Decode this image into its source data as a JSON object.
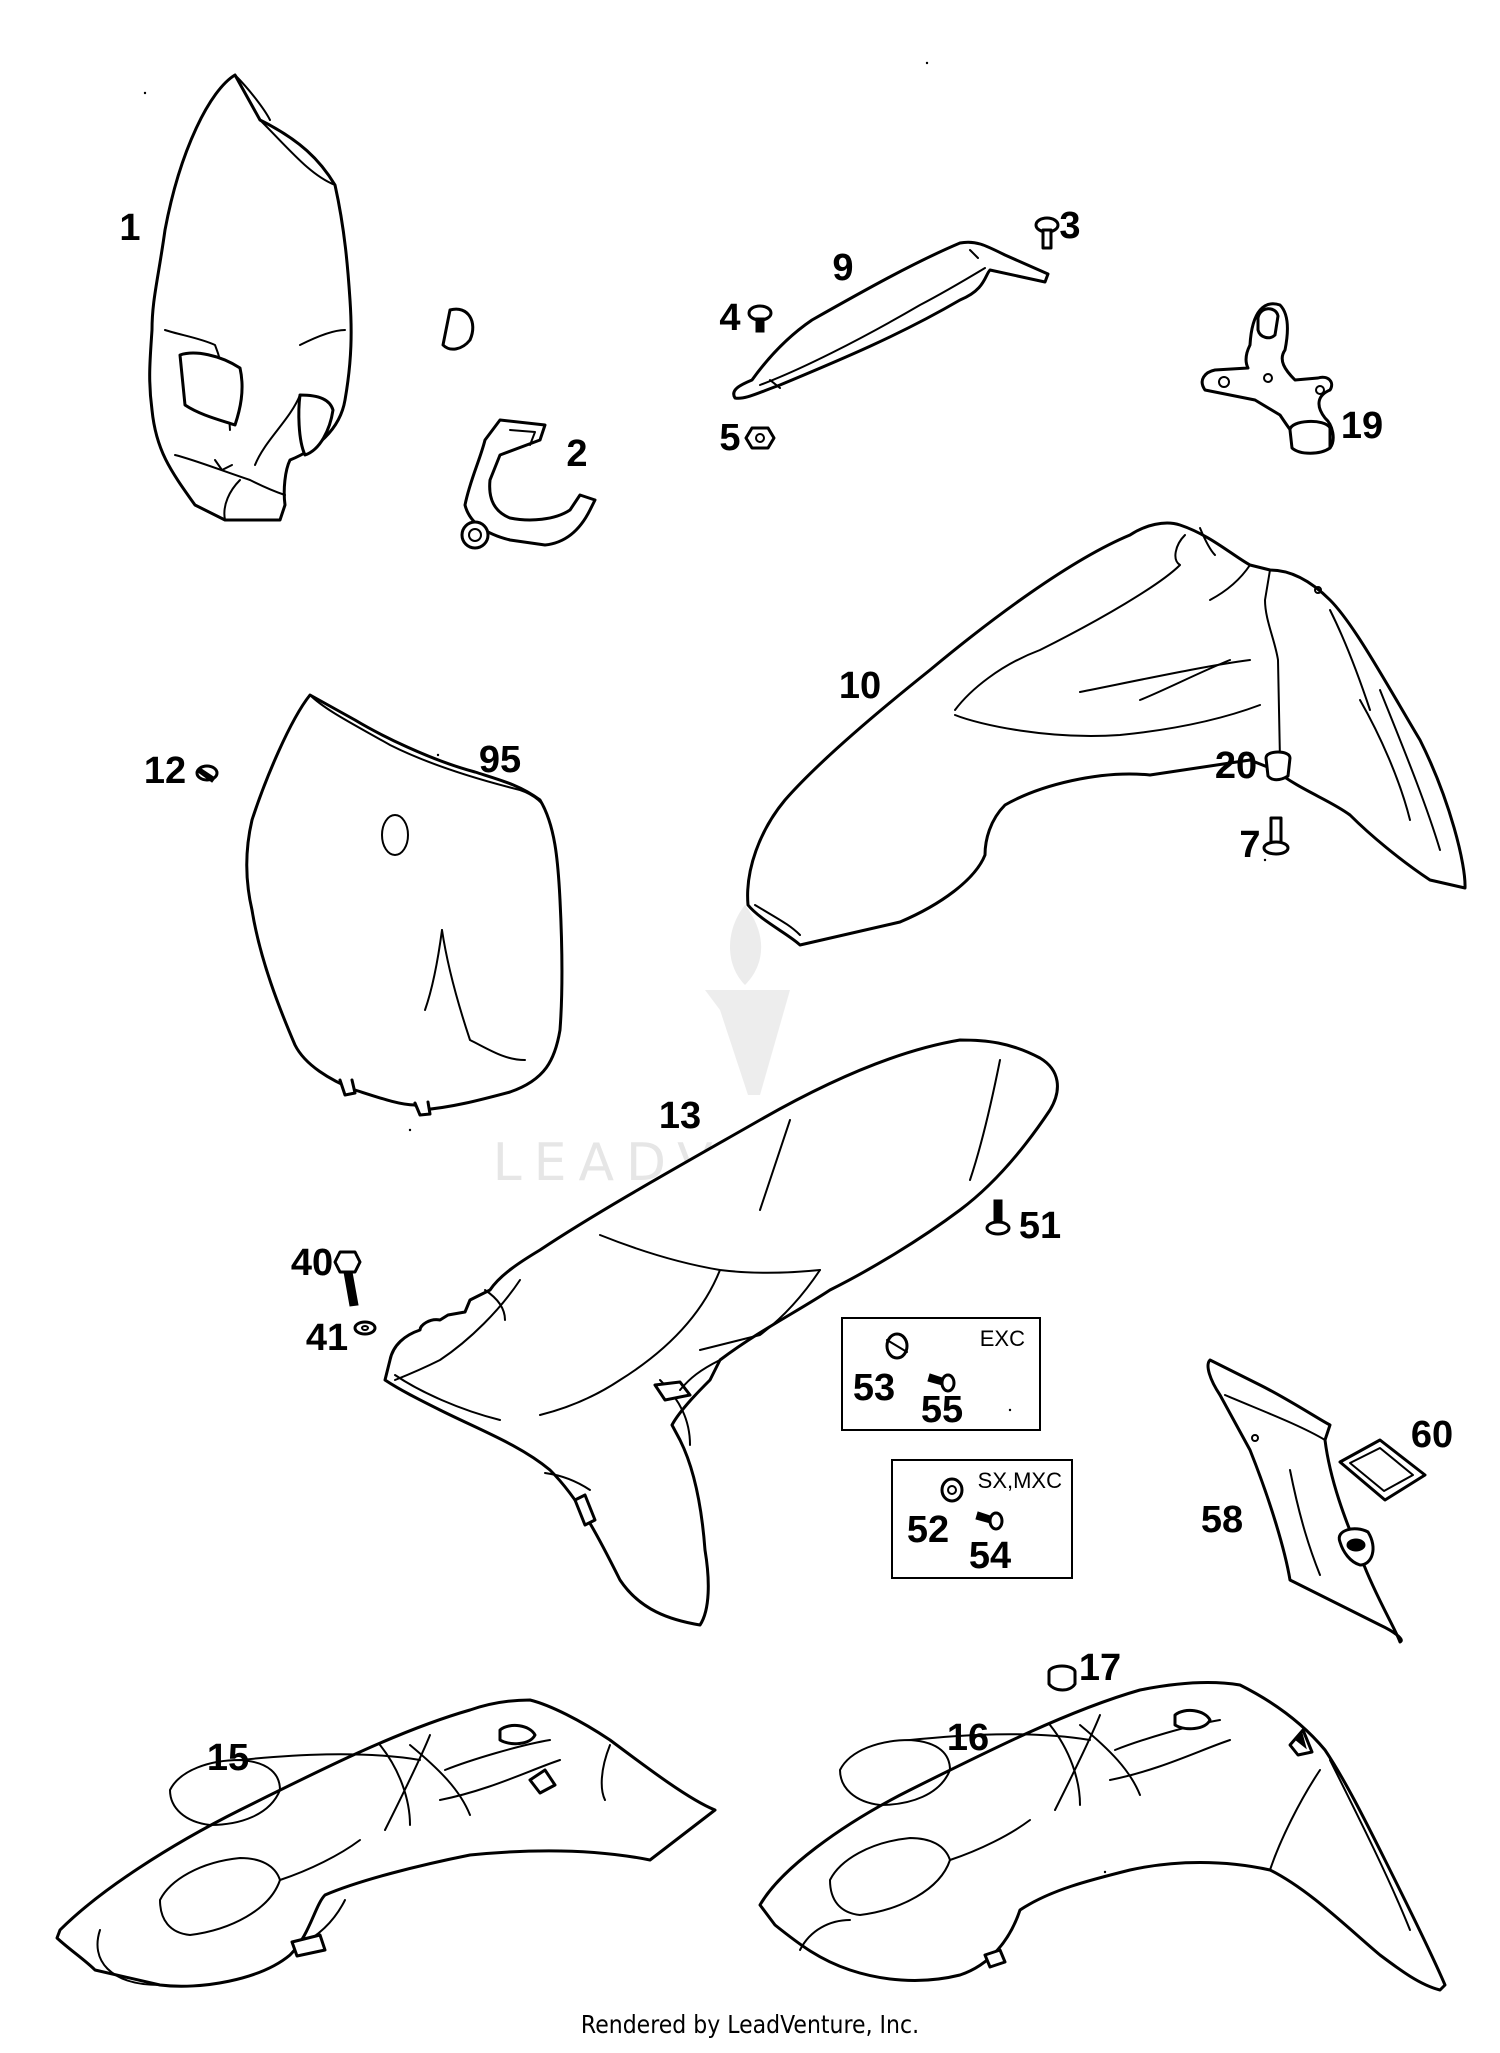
{
  "callouts": {
    "c1": "1",
    "c2": "2",
    "c3": "3",
    "c4": "4",
    "c5": "5",
    "c7": "7",
    "c9": "9",
    "c10": "10",
    "c12": "12",
    "c13": "13",
    "c15": "15",
    "c16": "16",
    "c17": "17",
    "c19": "19",
    "c20": "20",
    "c40": "40",
    "c41": "41",
    "c51": "51",
    "c52": "52",
    "c53": "53",
    "c54": "54",
    "c55": "55",
    "c58": "58",
    "c60": "60",
    "c95": "95"
  },
  "variant_boxes": {
    "exc": "EXC",
    "sx_mxc": "SX,MXC"
  },
  "watermark": "LEADVENTURE",
  "footer": "Rendered by LeadVenture, Inc."
}
